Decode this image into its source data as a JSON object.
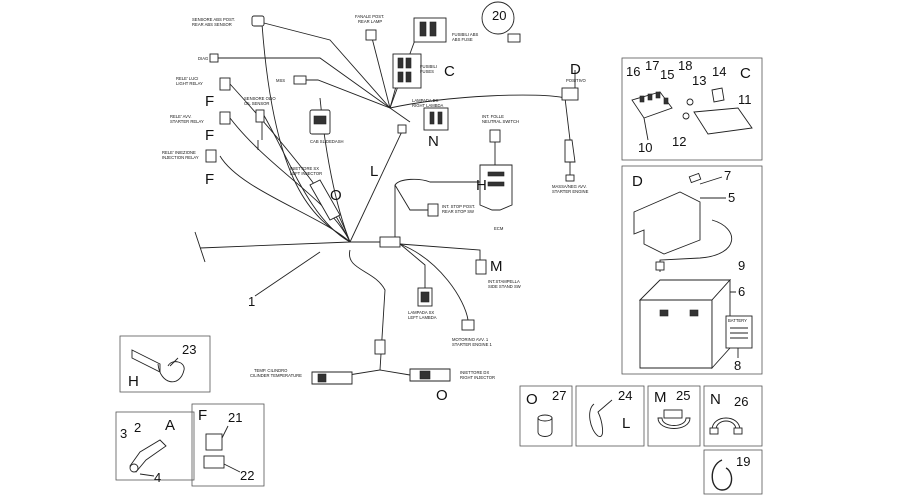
{
  "labels": {
    "sensore_abs_post": "SENSORE ABS POST.",
    "rear_abs_sensor": "REAR ABS SENSOR",
    "fanale_post": "FANALE POST.",
    "rear_lamp": "REAR LAMP",
    "fusibili_abs": "FUSIBILI ABS",
    "abs_fuse": "ABS FUSE",
    "fusibili": "FUSIBILI",
    "fuses": "FUSES",
    "diag": "DIAG",
    "rele_luci": "RELE' LUCI",
    "light_relay": "LIGHT RELAY",
    "mss": "MSS",
    "sensore_olio": "SENSORE OLIO",
    "oil_sensor": "OIL SENSOR",
    "rele_avv": "RELE' AVV.",
    "starter_relay": "STARTER RELAY",
    "cab_slidedash": "CAB SLIDEDASH",
    "lampada_dx": "LAMPADA DX",
    "right_lambda": "RIGHT LAMBDA",
    "int_folle": "INT. FOLLE",
    "neutral_switch": "NEUTRAL SWITCH",
    "positivo": "POSITIVO",
    "massa_avv": "MASSA/NEG AVV.",
    "starter_engine": "STARTER ENGINE",
    "rele_iniezione": "RELE' INIEZIONE",
    "injection_relay": "INJECTION RELAY",
    "iniettore_sx": "INIETTORE SX",
    "left_injector": "LEFT INJECTOR",
    "int_stop_post": "INT. STOP POST.",
    "rear_stop_sw": "REAR STOP SW",
    "ecm": "ECM",
    "int_stampella": "INT.STAMPELLA",
    "side_stand_sw": "SIDE STAND SW",
    "lampada_sx": "LAMPADA SX",
    "left_lambda": "LEFT LAMBDA",
    "motorino_avv": "MOTORINO AVV. 1",
    "starter_engine_1": "STARTER ENGINE 1",
    "temp_cilindro": "TEMP. CILINDRO",
    "cylinder_temp": "CILINDER TEMPERATURE",
    "iniettore_dx": "INIETTORE DX",
    "right_injector": "RIGHT INJECTOR",
    "battery_label": "BATTERY"
  },
  "letters": {
    "C1": "C",
    "D1": "D",
    "F1": "F",
    "F2": "F",
    "F3": "F",
    "N1": "N",
    "O1": "O",
    "L1": "L",
    "H1": "H",
    "M1": "M",
    "O2": "O",
    "C2": "C",
    "D2": "D",
    "H2": "H",
    "A1": "A",
    "F4": "F",
    "O3": "O",
    "L2": "L",
    "M2": "M",
    "N2": "N"
  },
  "callouts": {
    "n1": "1",
    "n2": "2",
    "n3": "3",
    "n4": "4",
    "n5": "5",
    "n6": "6",
    "n7": "7",
    "n8": "8",
    "n9": "9",
    "n10": "10",
    "n11": "11",
    "n12": "12",
    "n13": "13",
    "n14": "14",
    "n15": "15",
    "n16": "16",
    "n17": "17",
    "n18": "18",
    "n19": "19",
    "n20": "20",
    "n21": "21",
    "n22": "22",
    "n23": "23",
    "n24": "24",
    "n25": "25",
    "n26": "26",
    "n27": "27"
  }
}
